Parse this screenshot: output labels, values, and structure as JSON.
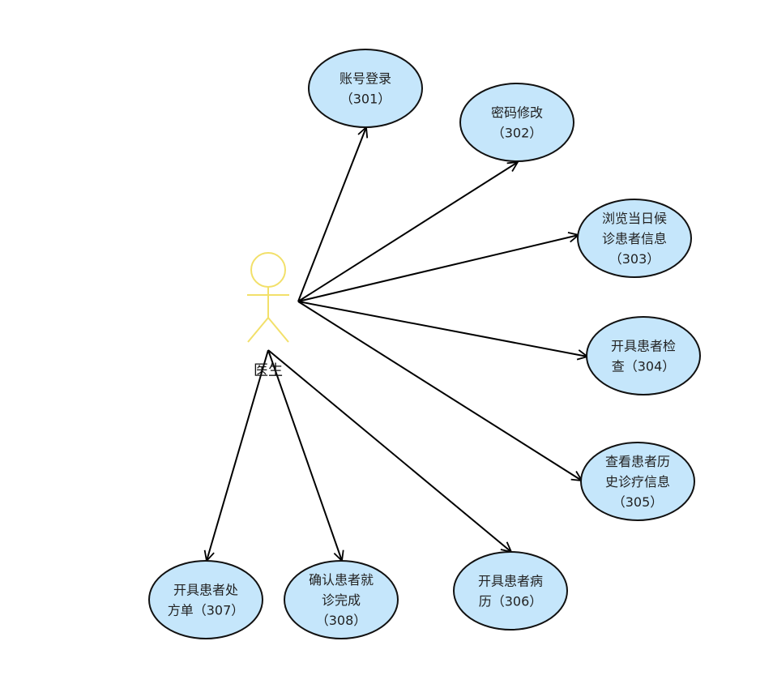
{
  "colors": {
    "ellipse_fill": "#c5e6fb",
    "ellipse_stroke": "#111111",
    "actor_stroke": "#f2e06a",
    "arrow": "#000000"
  },
  "actor": {
    "label": "医生",
    "icon": "stick-figure-icon"
  },
  "use_cases": [
    {
      "id": "uc301",
      "lines": [
        "账号登录",
        "（301）"
      ]
    },
    {
      "id": "uc302",
      "lines": [
        "密码修改",
        "（302）"
      ]
    },
    {
      "id": "uc303",
      "lines": [
        "浏览当日候",
        "诊患者信息",
        "（303）"
      ]
    },
    {
      "id": "uc304",
      "lines": [
        "开具患者检",
        "查（304）"
      ]
    },
    {
      "id": "uc305",
      "lines": [
        "查看患者历",
        "史诊疗信息",
        "（305）"
      ]
    },
    {
      "id": "uc306",
      "lines": [
        "开具患者病",
        "历（306）"
      ]
    },
    {
      "id": "uc307",
      "lines": [
        "开具患者处",
        "方单（307）"
      ]
    },
    {
      "id": "uc308",
      "lines": [
        "确认患者就",
        "诊完成",
        "（308）"
      ]
    }
  ]
}
